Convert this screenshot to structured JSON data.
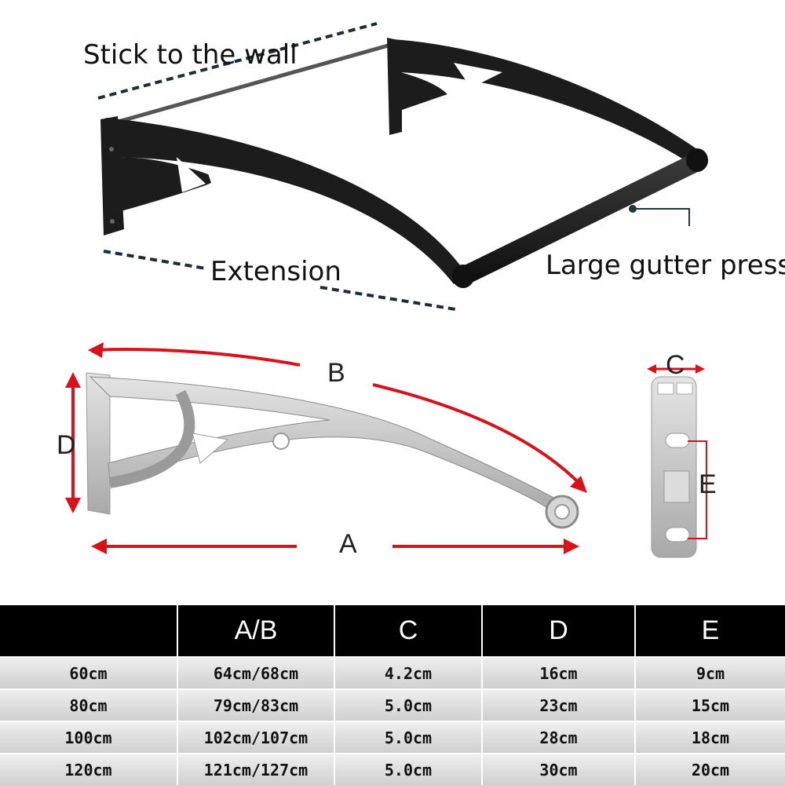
{
  "labels": {
    "stick_to_wall": "Stick to the wall",
    "extension": "Extension",
    "gutter": "Large gutter press",
    "dim_a": "A",
    "dim_b": "B",
    "dim_c": "C",
    "dim_d": "D",
    "dim_e": "E"
  },
  "colors": {
    "arrow": "#d8111b",
    "bracket_dark": "#1c1c1c",
    "bracket_light": "#c8c8c8",
    "header_bg": "#000000"
  },
  "table": {
    "headers": [
      "",
      "A/B",
      "C",
      "D",
      "E"
    ],
    "rows": [
      [
        "60cm",
        "64cm/68cm",
        "4.2cm",
        "16cm",
        "9cm"
      ],
      [
        "80cm",
        "79cm/83cm",
        "5.0cm",
        "23cm",
        "15cm"
      ],
      [
        "100cm",
        "102cm/107cm",
        "5.0cm",
        "28cm",
        "18cm"
      ],
      [
        "120cm",
        "121cm/127cm",
        "5.0cm",
        "30cm",
        "20cm"
      ]
    ]
  }
}
